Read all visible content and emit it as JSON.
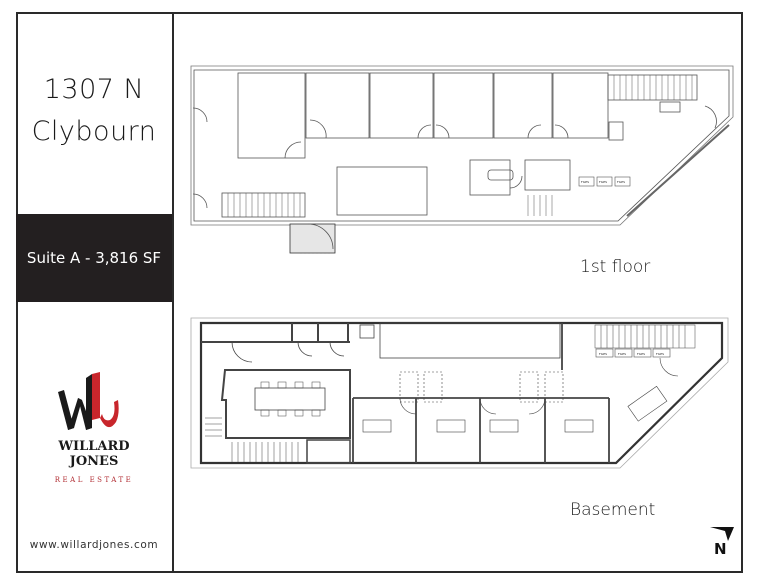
{
  "sidebar": {
    "address_line1": "1307 N",
    "address_line2": "Clybourn",
    "suite": "Suite A - 3,816 SF",
    "brand_name_line1": "WILLARD",
    "brand_name_line2": "JONES",
    "brand_tagline": "REAL ESTATE",
    "website": "www.willardjones.com",
    "brand_colors": {
      "primary": "#231f20",
      "accent": "#c8262c"
    }
  },
  "plans": {
    "first_floor": {
      "label": "1st floor",
      "files": [
        "FILES",
        "FILES",
        "FILES"
      ]
    },
    "basement": {
      "label": "Basement",
      "files": [
        "FILES",
        "FILES",
        "FILES",
        "FILES"
      ]
    }
  },
  "north_arrow": {
    "label": "N"
  }
}
